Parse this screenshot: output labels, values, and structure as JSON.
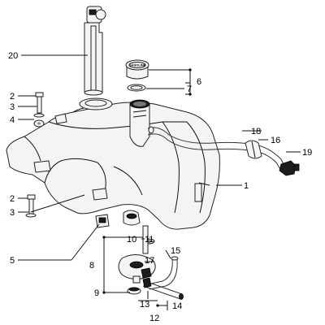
{
  "diagram": {
    "labels": {
      "l1": "1",
      "l2a": "2",
      "l2b": "2",
      "l3a": "3",
      "l3b": "3",
      "l4": "4",
      "l5": "5",
      "l6": "6",
      "l7": "7",
      "l8": "8",
      "l9": "9",
      "l10": "10",
      "l11": "11",
      "l12": "12",
      "l13": "13",
      "l14": "14",
      "l15": "15",
      "l16": "16",
      "l17": "17",
      "l18": "18",
      "l19": "19",
      "l20": "20"
    },
    "cap_text": "GASOLINE"
  }
}
